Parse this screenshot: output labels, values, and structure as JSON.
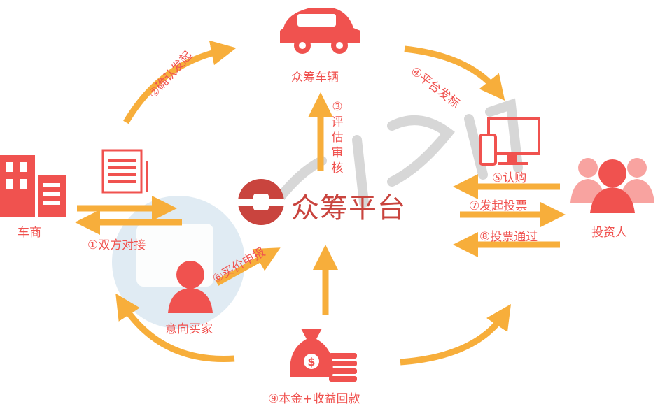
{
  "nodes": {
    "car": "众筹车辆",
    "dealer": "车商",
    "investor": "投资人",
    "buyer": "意向买家",
    "platform": "众筹平台"
  },
  "steps": {
    "s1": "①双方对接",
    "s2": "②确认发起",
    "s3_num": "③",
    "s3": "评估审核",
    "s4": "④平台发标",
    "s5": "⑤认购",
    "s6": "⑥买价申报",
    "s7": "⑦发起投票",
    "s8": "⑧投票通过",
    "s9": "⑨本金+收益回款"
  },
  "colors": {
    "arrow": "#f7ae3b",
    "red": "#f0524f",
    "platform": "#c9443e",
    "watermark": "#c7dcea"
  }
}
